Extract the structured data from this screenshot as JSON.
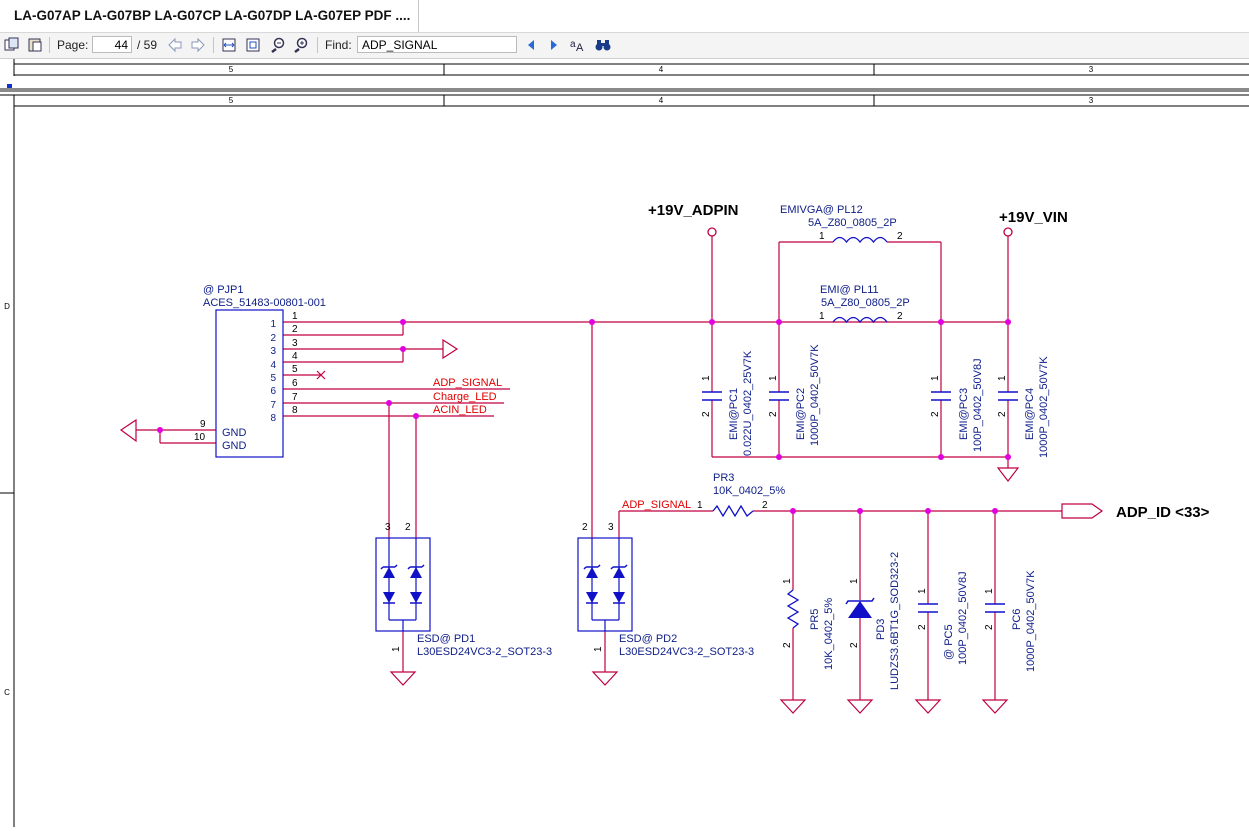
{
  "window": {
    "tab_title": "LA-G07AP  LA-G07BP  LA-G07CP  LA-G07DP  LA-G07EP PDF ...."
  },
  "toolbar": {
    "page_label": "Page:",
    "page_current": "44",
    "page_total": "/ 59",
    "find_label": "Find:",
    "find_value": "ADP_SIGNAL",
    "icons": [
      "copy-icon",
      "paste-icon",
      "prev-page-icon",
      "next-page-icon",
      "fit-width-icon",
      "fit-page-icon",
      "zoom-out-icon",
      "zoom-in-icon",
      "find-prev-icon",
      "find-next-icon",
      "match-case-icon",
      "binoculars-icon"
    ]
  },
  "ruler": {
    "columns": [
      "5",
      "4",
      "3"
    ],
    "rows": [
      "D",
      "C"
    ]
  },
  "schematic": {
    "net_labels": {
      "adpin": "+19V_ADPIN",
      "vin": "+19V_VIN",
      "adp_id": "ADP_ID  <33>"
    },
    "signals": {
      "adp_signal": "ADP_SIGNAL",
      "charge_led": "Charge_LED",
      "acin_led": "ACIN_LED",
      "adp_signal_pr3": "ADP_SIGNAL"
    },
    "connector": {
      "ref": "@    PJP1",
      "part": "ACES_51483-00801-001",
      "inner_pins": [
        "1",
        "2",
        "3",
        "4",
        "5",
        "6",
        "7",
        "8"
      ],
      "outer_pins": [
        "1",
        "2",
        "3",
        "4",
        "5",
        "6",
        "7",
        "8"
      ],
      "gnd_pins": [
        "9",
        "10"
      ],
      "gnd_labels": [
        "GND",
        "GND"
      ]
    },
    "pl12": {
      "ref": "EMIVGA@  PL12",
      "value": "5A_Z80_0805_2P",
      "p1": "1",
      "p2": "2"
    },
    "pl11": {
      "ref": "EMI@  PL11",
      "value": "5A_Z80_0805_2P",
      "p1": "1",
      "p2": "2"
    },
    "caps": [
      {
        "ref": "EMI@PC1",
        "value": "0.022U_0402_25V7K"
      },
      {
        "ref": "EMI@PC2",
        "value": "1000P_0402_50V7K"
      },
      {
        "ref": "EMI@PC3",
        "value": "100P_0402_50V8J"
      },
      {
        "ref": "EMI@PC4",
        "value": "1000P_0402_50V7K"
      }
    ],
    "pr3": {
      "ref": "PR3",
      "value": "10K_0402_5%",
      "p1": "1",
      "p2": "2"
    },
    "pr5": {
      "ref": "PR5",
      "value": "10K_0402_5%",
      "p1": "1",
      "p2": "2"
    },
    "pd3": {
      "ref": "PD3",
      "value": "LUDZS3.6BT1G_SOD323-2",
      "p1": "1",
      "p2": "2"
    },
    "pc5": {
      "ref": "@   PC5",
      "value": "100P_0402_50V8J",
      "p1": "1",
      "p2": "2"
    },
    "pc6": {
      "ref": "PC6",
      "value": "1000P_0402_50V7K",
      "p1": "1",
      "p2": "2"
    },
    "pd1": {
      "ref": "ESD@      PD1",
      "value": "L30ESD24VC3-2_SOT23-3",
      "p1": "1",
      "p2": "2",
      "p3": "3"
    },
    "pd2": {
      "ref": "ESD@      PD2",
      "value": "L30ESD24VC3-2_SOT23-3",
      "p1": "1",
      "p2": "2",
      "p3": "3"
    },
    "cap_pin1": "1",
    "cap_pin2": "2"
  },
  "colors": {
    "wire": "#c00040",
    "part": "#1010c8",
    "node": "#e000e0",
    "text_blue": "#10208a",
    "signal": "#e00000"
  }
}
